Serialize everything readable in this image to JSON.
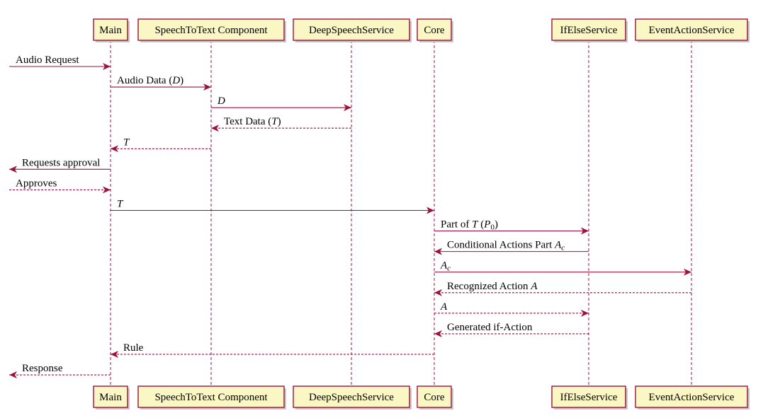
{
  "theme": {
    "line_color": "#a0103c",
    "box_fill": "#fbf7c4",
    "box_stroke": "#a0103c",
    "shadow": "#c8c8c8"
  },
  "participants": [
    {
      "id": "main",
      "label": "Main"
    },
    {
      "id": "stt",
      "label": "SpeechToText Component"
    },
    {
      "id": "ds",
      "label": "DeepSpeechService"
    },
    {
      "id": "core",
      "label": "Core"
    },
    {
      "id": "ifelse",
      "label": "IfElseService"
    },
    {
      "id": "ea",
      "label": "EventActionService"
    }
  ],
  "messages": [
    {
      "from": "ext",
      "to": "main",
      "style": "solid",
      "label": [
        [
          "Audio Request",
          "n"
        ]
      ]
    },
    {
      "from": "main",
      "to": "stt",
      "style": "solid",
      "label": [
        [
          "Audio Data (",
          "n"
        ],
        [
          "D",
          "i"
        ],
        [
          ")",
          "n"
        ]
      ]
    },
    {
      "from": "stt",
      "to": "ds",
      "style": "solid",
      "label": [
        [
          "D",
          "i"
        ]
      ]
    },
    {
      "from": "ds",
      "to": "stt",
      "style": "dashed",
      "label": [
        [
          "Text Data (",
          "n"
        ],
        [
          "T",
          "i"
        ],
        [
          ")",
          "n"
        ]
      ]
    },
    {
      "from": "stt",
      "to": "main",
      "style": "dashed",
      "label": [
        [
          "T",
          "i"
        ]
      ]
    },
    {
      "from": "main",
      "to": "ext",
      "style": "solid",
      "label": [
        [
          "Requests approval",
          "n"
        ]
      ]
    },
    {
      "from": "ext",
      "to": "main",
      "style": "dashed",
      "label": [
        [
          "Approves",
          "n"
        ]
      ]
    },
    {
      "from": "main",
      "to": "core",
      "style": "solid",
      "label": [
        [
          "T",
          "i"
        ]
      ]
    },
    {
      "from": "core",
      "to": "ifelse",
      "style": "solid",
      "label": [
        [
          "Part of ",
          "n"
        ],
        [
          "T",
          "i"
        ],
        [
          " (",
          "n"
        ],
        [
          "P",
          "i"
        ],
        [
          "0",
          "sub"
        ],
        [
          ")",
          "n"
        ]
      ]
    },
    {
      "from": "ifelse",
      "to": "core",
      "style": "solid",
      "label": [
        [
          "Conditional Actions Part ",
          "n"
        ],
        [
          "A",
          "i"
        ],
        [
          "c",
          "subi"
        ]
      ]
    },
    {
      "from": "core",
      "to": "ea",
      "style": "solid",
      "label": [
        [
          "A",
          "i"
        ],
        [
          "c",
          "subi"
        ]
      ]
    },
    {
      "from": "ea",
      "to": "core",
      "style": "dashed",
      "label": [
        [
          "Recognized Action ",
          "n"
        ],
        [
          "A",
          "i"
        ]
      ]
    },
    {
      "from": "core",
      "to": "ifelse",
      "style": "dashed",
      "label": [
        [
          "A",
          "i"
        ]
      ]
    },
    {
      "from": "ifelse",
      "to": "core",
      "style": "dashed",
      "label": [
        [
          "Generated if-Action",
          "n"
        ]
      ]
    },
    {
      "from": "core",
      "to": "main",
      "style": "dashed",
      "label": [
        [
          "Rule",
          "n"
        ]
      ]
    },
    {
      "from": "main",
      "to": "ext",
      "style": "dashed",
      "label": [
        [
          "Response",
          "n"
        ]
      ]
    }
  ]
}
